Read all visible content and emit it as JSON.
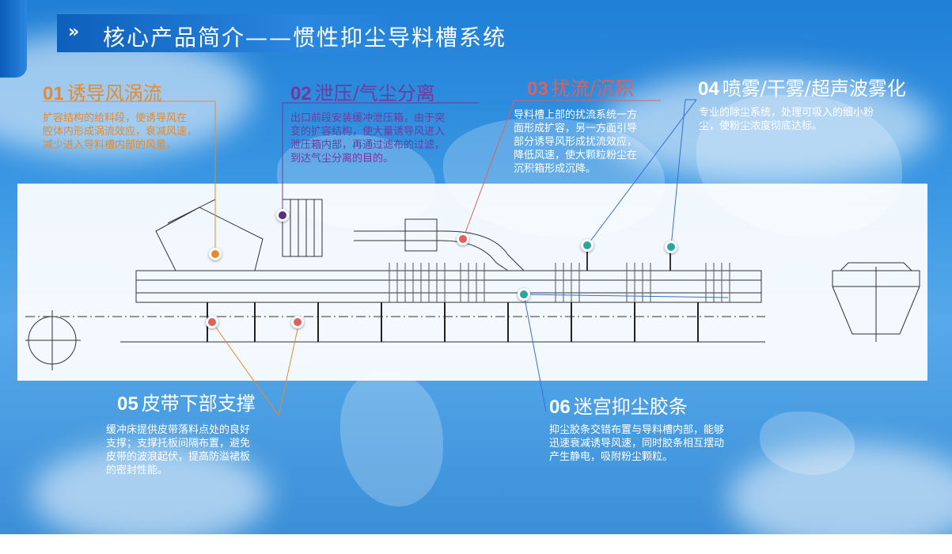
{
  "page_title": "核心产品简介——惯性抑尘导料槽系统",
  "title_icon": "double-chevron-icon",
  "colors": {
    "orange": "#e8892c",
    "purple": "#6f3aa0",
    "red": "#e0605c",
    "white": "#ffffff",
    "teal": "#2aa6a0"
  },
  "sections": [
    {
      "num": "01",
      "title": "诱导风涡流",
      "body": [
        "扩容结构的给料段，使诱导风在",
        "腔体内形成涡流效应，衰减风速，",
        "减少进入导料槽内部的风量。"
      ]
    },
    {
      "num": "02",
      "title": "泄压/气尘分离",
      "body": [
        "出口前段安装缓冲泄压箱，由于突",
        "变的扩容结构，使大量诱导风进入",
        "泄压箱内部，再通过滤布的过滤，",
        "到达气尘分离的目的。"
      ]
    },
    {
      "num": "03",
      "title": "扰流/沉积",
      "body": [
        "导料槽上部的扰流系统一方",
        "面形成扩容，另一方面引导",
        "部分诱导风形成扰流效应，",
        "降低风速，使大颗粒粉尘在",
        "沉积箱形成沉降。"
      ]
    },
    {
      "num": "04",
      "title": "喷雾/干雾/超声波雾化",
      "body": [
        "专业的除尘系统，处理可吸入的细小粉",
        "尘，使粉尘浓度彻底达标。"
      ]
    },
    {
      "num": "05",
      "title": "皮带下部支撑",
      "body": [
        "缓冲床提供皮带落料点处的良好",
        "支撑；支撑托板间隔布置，避免",
        "皮带的波浪起伏，提高防溢裙板",
        "的密封性能。"
      ]
    },
    {
      "num": "06",
      "title": "迷宫抑尘胶条",
      "body": [
        "抑尘胶条交错布置与导料槽内部，能够",
        "迅速衰减诱导风速，同时胶条相互摆动",
        "产生静电，吸附粉尘颗粒。"
      ]
    }
  ]
}
